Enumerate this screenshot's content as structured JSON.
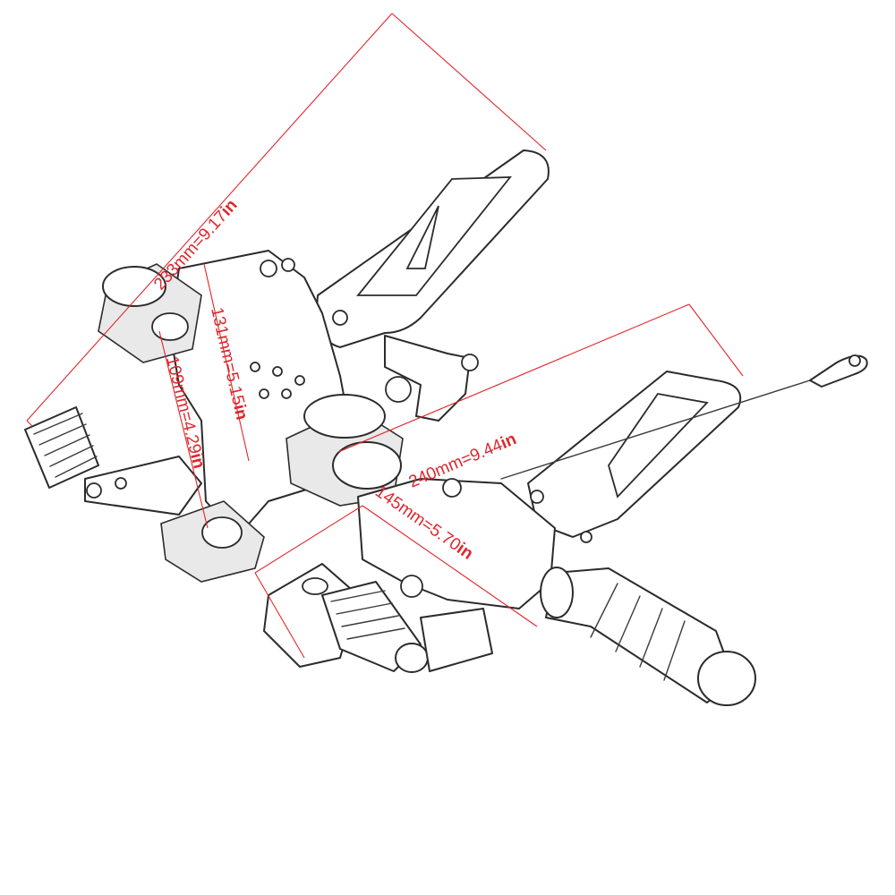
{
  "accent_color": "#e0262c",
  "line_color": "#2b2b2b",
  "measurements": [
    {
      "id": "overall-width",
      "value": "233mm=9.17",
      "unit": "in"
    },
    {
      "id": "pivot-spacing",
      "value": "131mm=5.15",
      "unit": "in"
    },
    {
      "id": "lower-spacing",
      "value": "109mm=4.29",
      "unit": "in"
    },
    {
      "id": "right-width",
      "value": "240mm=9.44",
      "unit": "in"
    },
    {
      "id": "right-depth",
      "value": "145mm=5.70",
      "unit": "in"
    }
  ]
}
